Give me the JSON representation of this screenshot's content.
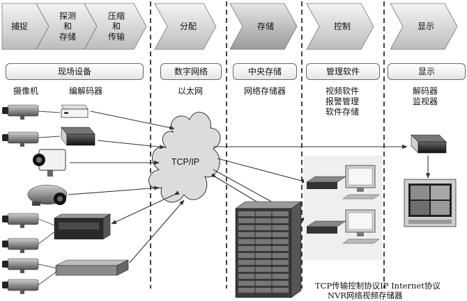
{
  "stages": [
    {
      "id": "capture",
      "label": "捕捉"
    },
    {
      "id": "detect_store",
      "label": "探测\n和\n存储"
    },
    {
      "id": "compress",
      "label": "压缩\n和\n传输"
    },
    {
      "id": "distribute",
      "label": "分配"
    },
    {
      "id": "storage",
      "label": "存储"
    },
    {
      "id": "control",
      "label": "控制"
    },
    {
      "id": "display",
      "label": "显示"
    }
  ],
  "categories": {
    "field": "现场设备",
    "network": "数字网络",
    "central": "中央存储",
    "software": "管理软件",
    "display": "显示"
  },
  "sublabels": {
    "camera": "摄像机",
    "codec": "编解码器",
    "ethernet": "以太网",
    "nvr": "网络存储器",
    "software": "视频软件\n报警管理\n软件存储",
    "display": "解码器\n监视器"
  },
  "cloud_label": "TCP/IP",
  "footnotes": [
    "TCP传输控制协议IP Internet协议",
    "NVR网络视频存储器"
  ]
}
